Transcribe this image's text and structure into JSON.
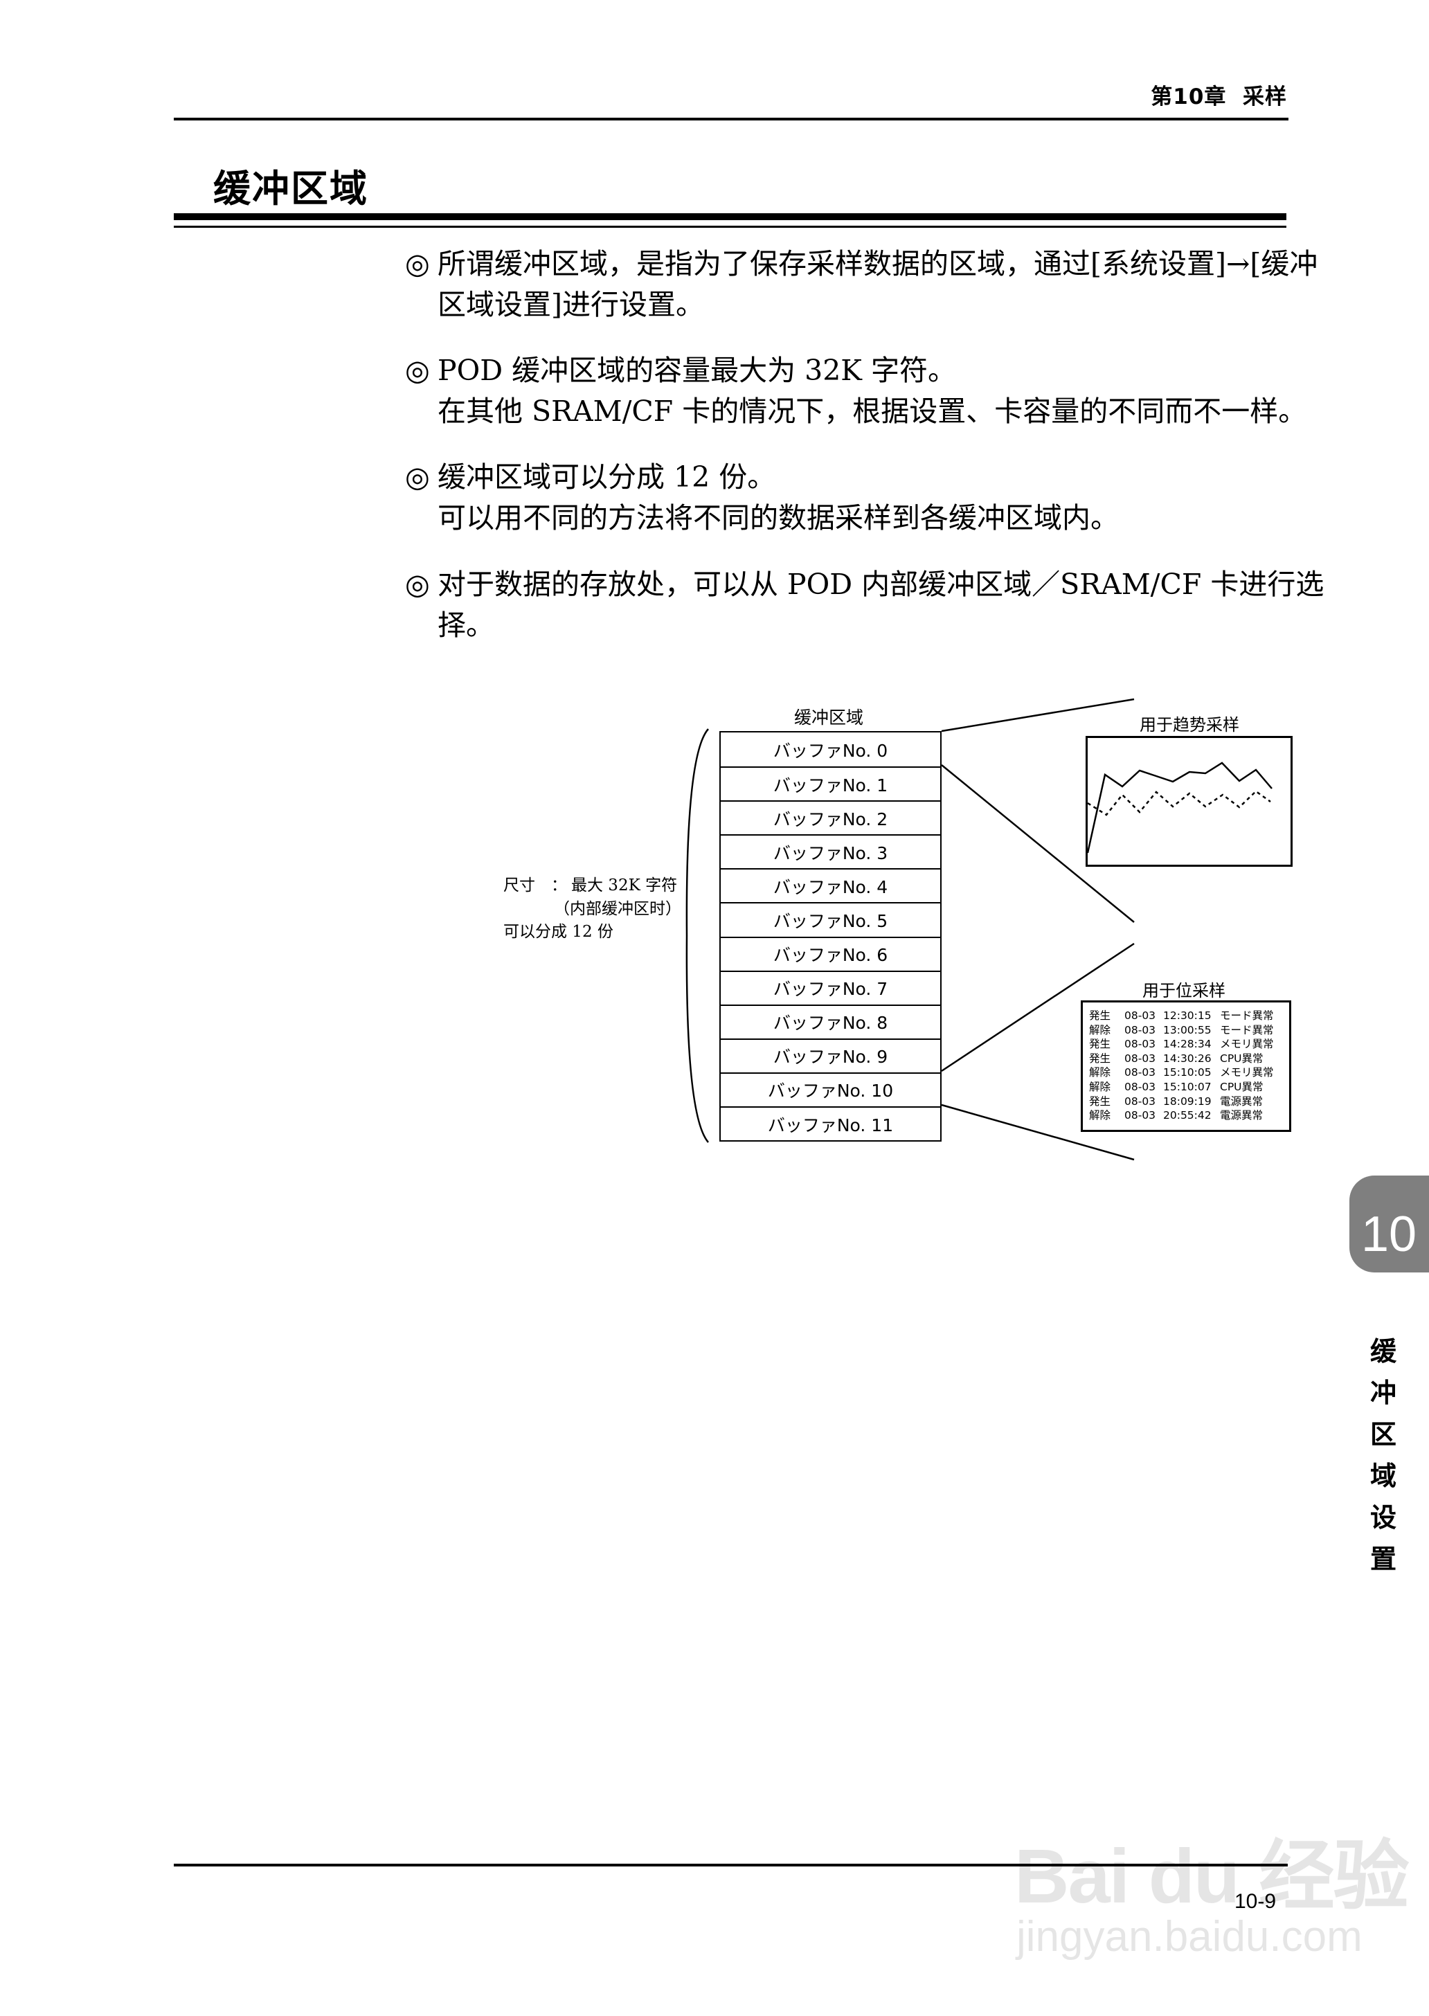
{
  "header": {
    "chapter": "第10章  采样"
  },
  "section_title": "缓冲区域",
  "paragraphs": [
    {
      "bullet": "◎",
      "lines": [
        "所谓缓冲区域，是指为了保存采样数据的区域，通过[系统设置]→[缓冲",
        "区域设置]进行设置。"
      ]
    },
    {
      "bullet": "◎",
      "lines": [
        "POD 缓冲区域的容量最大为 32K 字符。",
        "在其他 SRAM/CF 卡的情况下，根据设置、卡容量的不同而不一样。"
      ]
    },
    {
      "bullet": "◎",
      "lines": [
        "缓冲区域可以分成 12 份。",
        "可以用不同的方法将不同的数据采样到各缓冲区域内。"
      ]
    },
    {
      "bullet": "◎",
      "lines": [
        "对于数据的存放处，可以从 POD 内部缓冲区域／SRAM/CF 卡进行选",
        "择。"
      ]
    }
  ],
  "diagram": {
    "buffer_title": "缓冲区域",
    "size_note": {
      "label": "尺寸",
      "colon": "：",
      "value": "最大 32K 字符",
      "value_note": "（内部缓冲区时）",
      "split": "可以分成 12 份"
    },
    "buffers": [
      "バッファNo. 0",
      "バッファNo. 1",
      "バッファNo. 2",
      "バッファNo. 3",
      "バッファNo. 4",
      "バッファNo. 5",
      "バッファNo. 6",
      "バッファNo. 7",
      "バッファNo. 8",
      "バッファNo. 9",
      "バッファNo. 10",
      "バッファNo. 11"
    ],
    "trend_title": "用于趋势采样",
    "bit_title": "用于位采样",
    "bit_log": [
      [
        "発生",
        "08-03",
        "12:30:15",
        "モード異常"
      ],
      [
        "解除",
        "08-03",
        "13:00:55",
        "モード異常"
      ],
      [
        "発生",
        "08-03",
        "14:28:34",
        "メモリ異常"
      ],
      [
        "発生",
        "08-03",
        "14:30:26",
        "CPU異常"
      ],
      [
        "解除",
        "08-03",
        "15:10:05",
        "メモリ異常"
      ],
      [
        "解除",
        "08-03",
        "15:10:07",
        "CPU異常"
      ],
      [
        "発生",
        "08-03",
        "18:09:19",
        "電源異常"
      ],
      [
        "解除",
        "08-03",
        "20:55:42",
        "電源異常"
      ]
    ]
  },
  "chart_data": {
    "type": "line",
    "title": "用于趋势采样",
    "xlabel": "",
    "ylabel": "",
    "x": [
      0,
      1,
      2,
      3,
      4,
      5,
      6,
      7,
      8,
      9,
      10,
      11
    ],
    "series": [
      {
        "name": "solid",
        "values": [
          20,
          133,
          116,
          139,
          131,
          123,
          137,
          135,
          150,
          124,
          140,
          113
        ]
      },
      {
        "name": "dotted",
        "values": [
          92,
          75,
          104,
          79,
          108,
          87,
          106,
          87,
          104,
          86,
          109,
          94
        ]
      }
    ],
    "grid": false
  },
  "side_tab": {
    "number": "10",
    "label_chars": [
      "缓",
      "冲",
      "区",
      "域",
      "设",
      "置"
    ]
  },
  "footer": {
    "page_number": "10-9"
  },
  "watermark": {
    "brand": "Bai du 经验",
    "url": "jingyan.baidu.com"
  }
}
